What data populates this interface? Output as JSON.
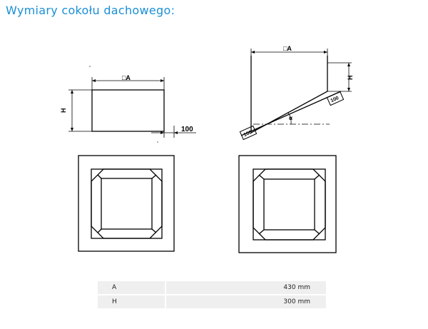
{
  "page": {
    "title": "Wymiary cokołu dachowego:"
  },
  "diagram": {
    "side_left": {
      "width_label": "□A",
      "height_label": "H",
      "offset_label": "100"
    },
    "side_right": {
      "width_label": "□A",
      "height_label": "H",
      "base_left_label": "100",
      "base_right_label": "100",
      "angle_label": "α"
    }
  },
  "dimensions": {
    "rows": [
      {
        "name": "A",
        "value": "430 mm"
      },
      {
        "name": "H",
        "value": "300 mm"
      }
    ]
  }
}
